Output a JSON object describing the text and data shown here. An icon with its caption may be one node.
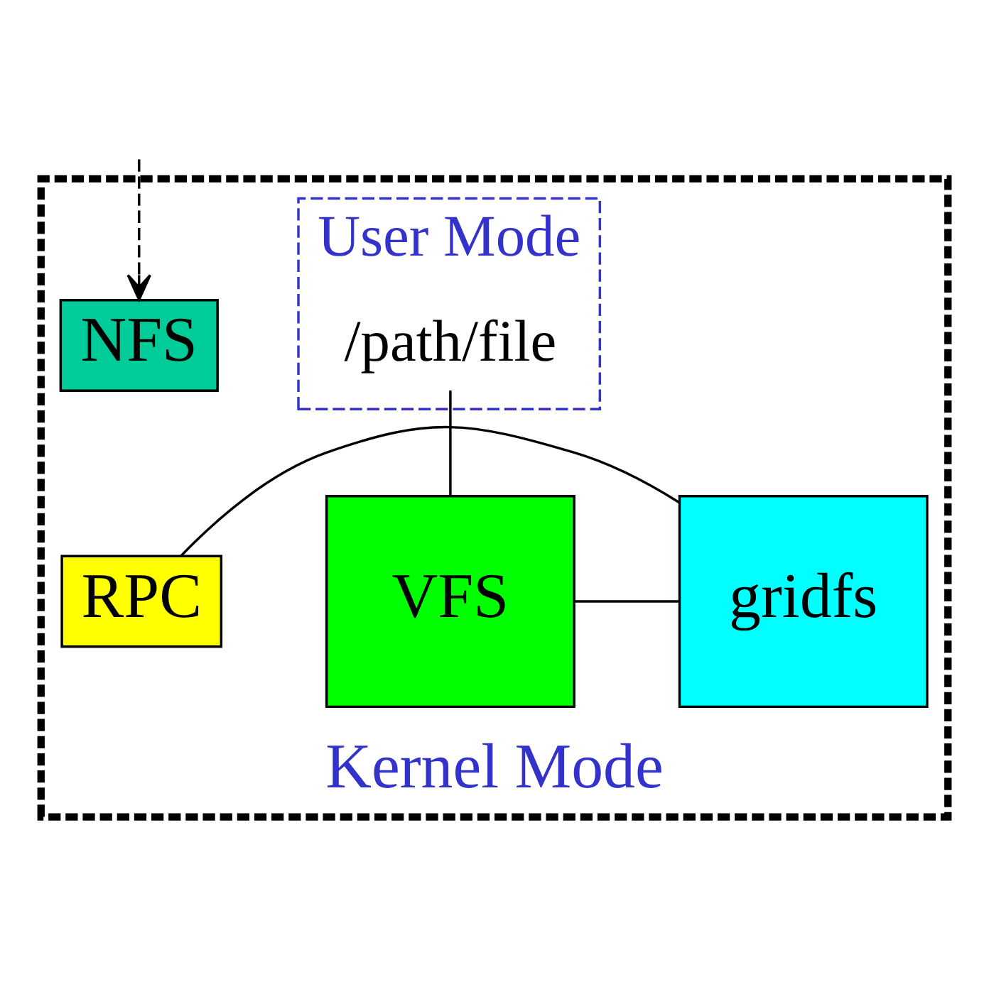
{
  "diagram": {
    "nodes": [
      {
        "text": [
          "Kernel Mode"
        ]
      },
      {
        "text": [
          "User Mode"
        ],
        "in": 0
      },
      {
        "text": [
          "/path/file"
        ],
        "in": 1
      },
      {
        "text": [
          "NFS"
        ],
        "in": 0
      },
      {
        "text": [
          "RPC"
        ],
        "in": 0
      },
      {
        "text": [
          "VFS"
        ],
        "in": 0
      },
      {
        "text": [
          "gridfs"
        ],
        "in": 0
      }
    ],
    "edges": [
      {
        "from": null,
        "to": 3,
        "arrow": "to",
        "style": "dashed"
      },
      {
        "from": 2,
        "to": 5,
        "arrow": "none"
      },
      {
        "from": 4,
        "to": 6,
        "arrow": "none"
      },
      {
        "from": 5,
        "to": 6,
        "arrow": "none"
      }
    ]
  }
}
